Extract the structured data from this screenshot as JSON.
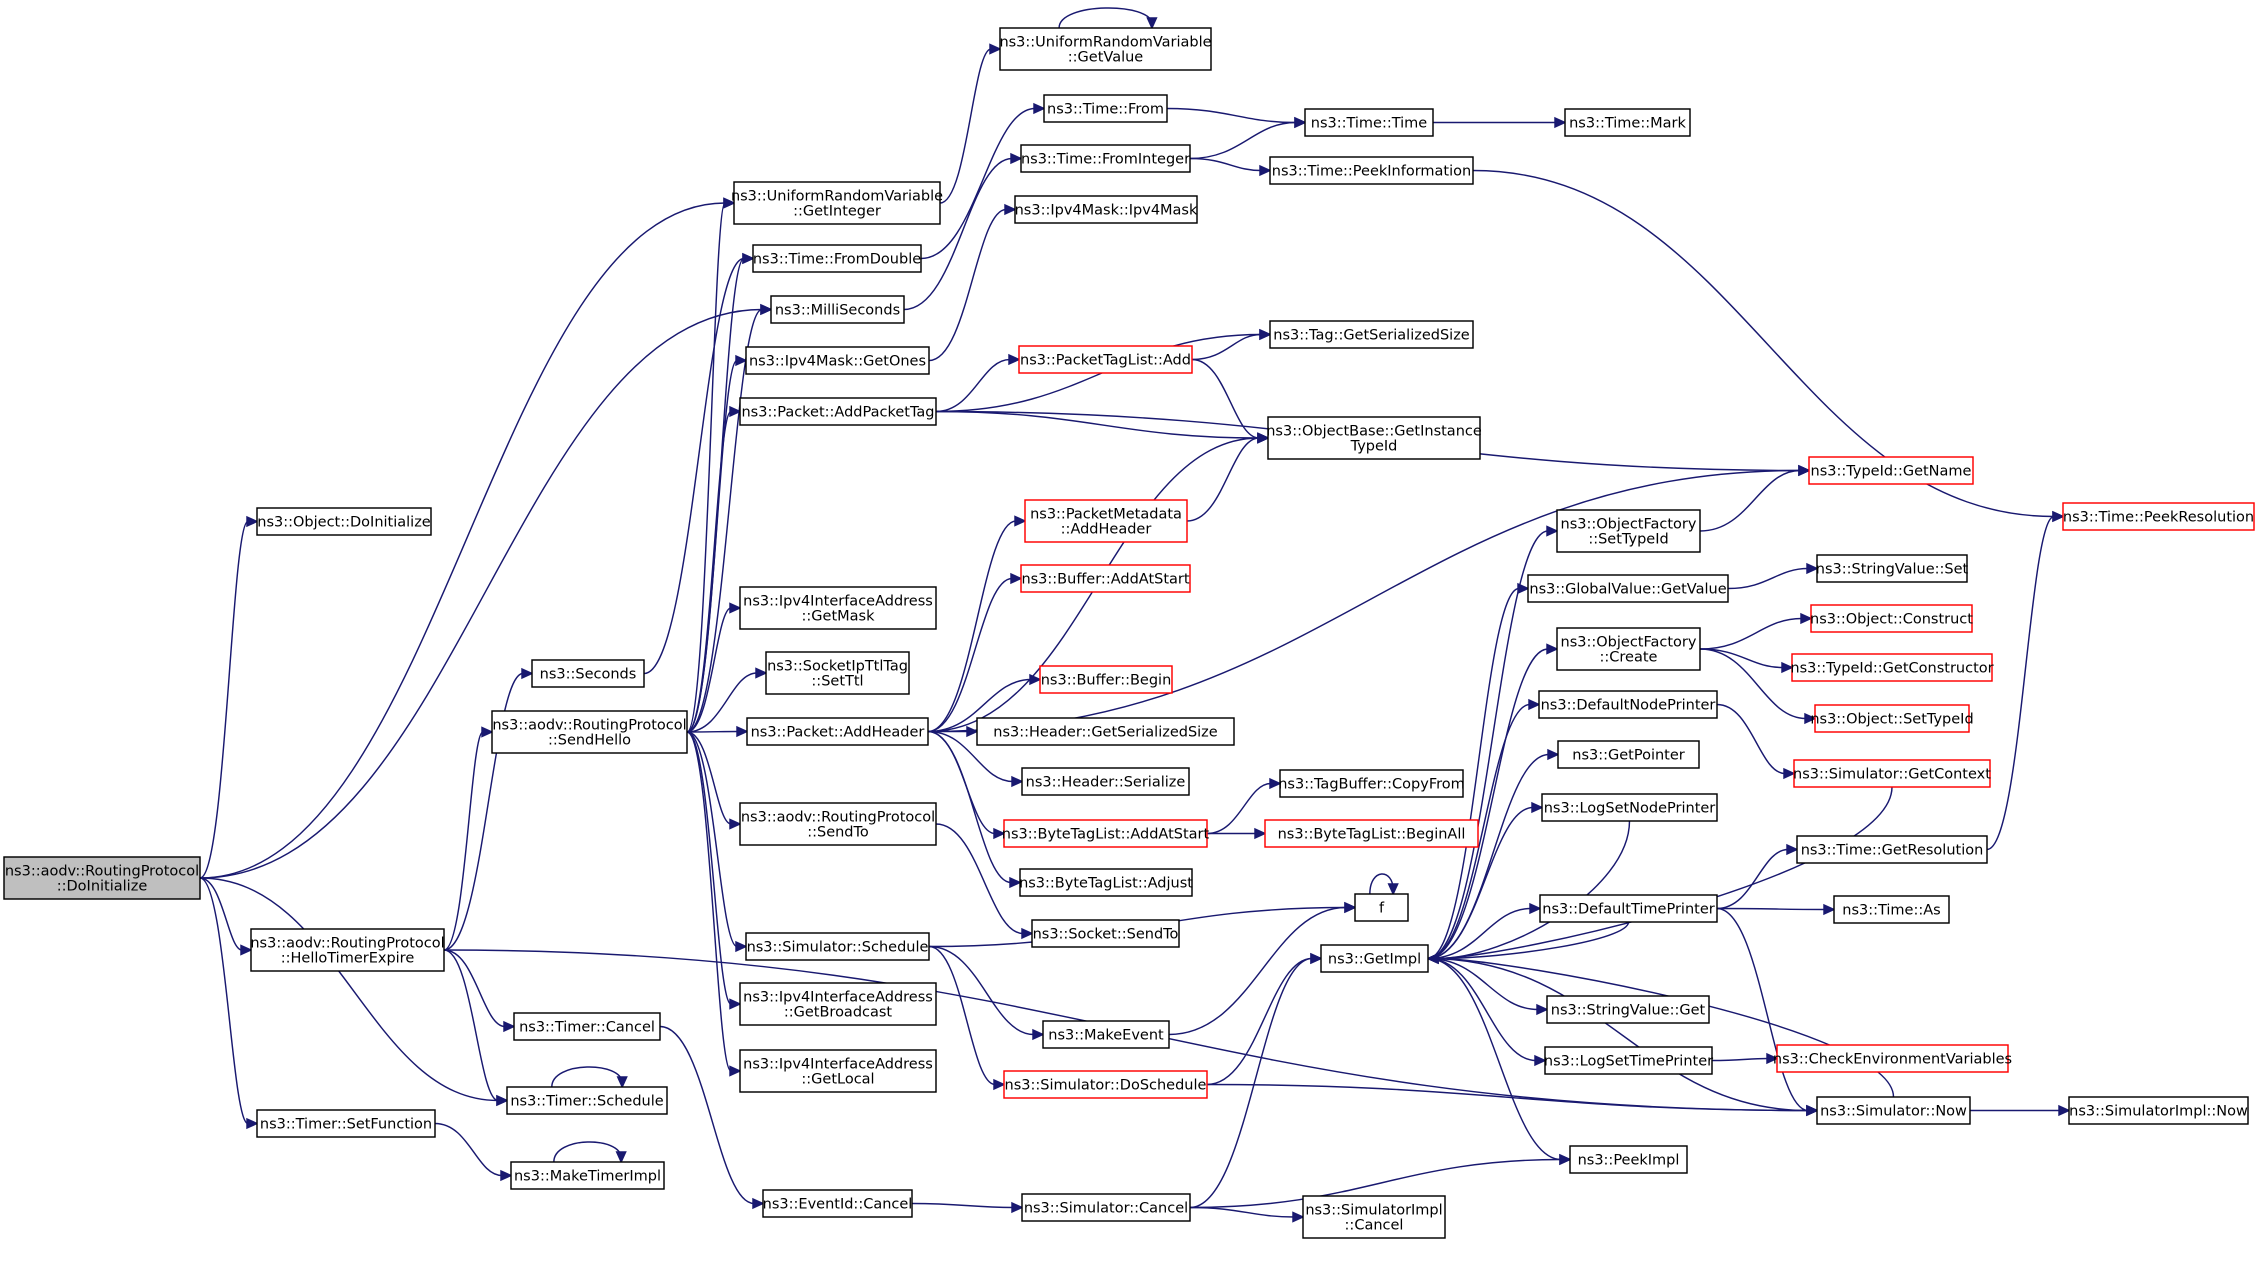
{
  "graph": {
    "nodes": [
      {
        "id": "root",
        "lines": [
          "ns3::aodv::RoutingProtocol",
          "::DoInitialize"
        ],
        "style": "root"
      },
      {
        "id": "obj_doinit",
        "lines": [
          "ns3::Object::DoInitialize"
        ],
        "style": "normal"
      },
      {
        "id": "hello_expire",
        "lines": [
          "ns3::aodv::RoutingProtocol",
          "::HelloTimerExpire"
        ],
        "style": "normal"
      },
      {
        "id": "timer_setfn",
        "lines": [
          "ns3::Timer::SetFunction"
        ],
        "style": "normal"
      },
      {
        "id": "seconds",
        "lines": [
          "ns3::Seconds"
        ],
        "style": "normal"
      },
      {
        "id": "sendhello",
        "lines": [
          "ns3::aodv::RoutingProtocol",
          "::SendHello"
        ],
        "style": "normal"
      },
      {
        "id": "timer_cancel",
        "lines": [
          "ns3::Timer::Cancel"
        ],
        "style": "normal"
      },
      {
        "id": "timer_schedule",
        "lines": [
          "ns3::Timer::Schedule"
        ],
        "style": "normal"
      },
      {
        "id": "maketimerimpl",
        "lines": [
          "ns3::MakeTimerImpl"
        ],
        "style": "normal"
      },
      {
        "id": "urv_getint",
        "lines": [
          "ns3::UniformRandomVariable",
          "::GetInteger"
        ],
        "style": "normal"
      },
      {
        "id": "time_fromdouble",
        "lines": [
          "ns3::Time::FromDouble"
        ],
        "style": "normal"
      },
      {
        "id": "milliseconds",
        "lines": [
          "ns3::MilliSeconds"
        ],
        "style": "normal"
      },
      {
        "id": "ipv4mask_getones",
        "lines": [
          "ns3::Ipv4Mask::GetOnes"
        ],
        "style": "normal"
      },
      {
        "id": "packet_addtag",
        "lines": [
          "ns3::Packet::AddPacketTag"
        ],
        "style": "normal"
      },
      {
        "id": "ifaddr_getmask",
        "lines": [
          "ns3::Ipv4InterfaceAddress",
          "::GetMask"
        ],
        "style": "normal"
      },
      {
        "id": "socketipttl",
        "lines": [
          "ns3::SocketIpTtlTag",
          "::SetTtl"
        ],
        "style": "normal"
      },
      {
        "id": "packet_addheader",
        "lines": [
          "ns3::Packet::AddHeader"
        ],
        "style": "normal"
      },
      {
        "id": "aodv_sendto",
        "lines": [
          "ns3::aodv::RoutingProtocol",
          "::SendTo"
        ],
        "style": "normal"
      },
      {
        "id": "sim_schedule",
        "lines": [
          "ns3::Simulator::Schedule"
        ],
        "style": "normal"
      },
      {
        "id": "ifaddr_getbcast",
        "lines": [
          "ns3::Ipv4InterfaceAddress",
          "::GetBroadcast"
        ],
        "style": "normal"
      },
      {
        "id": "ifaddr_getlocal",
        "lines": [
          "ns3::Ipv4InterfaceAddress",
          "::GetLocal"
        ],
        "style": "normal"
      },
      {
        "id": "eventid_cancel",
        "lines": [
          "ns3::EventId::Cancel"
        ],
        "style": "normal"
      },
      {
        "id": "urv_getvalue",
        "lines": [
          "ns3::UniformRandomVariable",
          "::GetValue"
        ],
        "style": "normal"
      },
      {
        "id": "time_from",
        "lines": [
          "ns3::Time::From"
        ],
        "style": "normal"
      },
      {
        "id": "time_frominteger",
        "lines": [
          "ns3::Time::FromInteger"
        ],
        "style": "normal"
      },
      {
        "id": "ipv4mask_ctor",
        "lines": [
          "ns3::Ipv4Mask::Ipv4Mask"
        ],
        "style": "normal"
      },
      {
        "id": "ptl_add",
        "lines": [
          "ns3::PacketTagList::Add"
        ],
        "style": "red"
      },
      {
        "id": "pm_addheader",
        "lines": [
          "ns3::PacketMetadata",
          "::AddHeader"
        ],
        "style": "red"
      },
      {
        "id": "buf_addatstart",
        "lines": [
          "ns3::Buffer::AddAtStart"
        ],
        "style": "red"
      },
      {
        "id": "buf_begin",
        "lines": [
          "ns3::Buffer::Begin"
        ],
        "style": "red"
      },
      {
        "id": "hdr_getsersize",
        "lines": [
          "ns3::Header::GetSerializedSize"
        ],
        "style": "normal"
      },
      {
        "id": "hdr_serialize",
        "lines": [
          "ns3::Header::Serialize"
        ],
        "style": "normal"
      },
      {
        "id": "btl_addatstart",
        "lines": [
          "ns3::ByteTagList::AddAtStart"
        ],
        "style": "red"
      },
      {
        "id": "btl_adjust",
        "lines": [
          "ns3::ByteTagList::Adjust"
        ],
        "style": "normal"
      },
      {
        "id": "socket_sendto",
        "lines": [
          "ns3::Socket::SendTo"
        ],
        "style": "normal"
      },
      {
        "id": "makeevent",
        "lines": [
          "ns3::MakeEvent"
        ],
        "style": "normal"
      },
      {
        "id": "sim_doschedule",
        "lines": [
          "ns3::Simulator::DoSchedule"
        ],
        "style": "red"
      },
      {
        "id": "sim_cancel",
        "lines": [
          "ns3::Simulator::Cancel"
        ],
        "style": "normal"
      },
      {
        "id": "time_time",
        "lines": [
          "ns3::Time::Time"
        ],
        "style": "normal"
      },
      {
        "id": "time_peekinfo",
        "lines": [
          "ns3::Time::PeekInformation"
        ],
        "style": "normal"
      },
      {
        "id": "tag_getsersize",
        "lines": [
          "ns3::Tag::GetSerializedSize"
        ],
        "style": "normal"
      },
      {
        "id": "objbase_gettid",
        "lines": [
          "ns3::ObjectBase::GetInstance",
          "TypeId"
        ],
        "style": "normal"
      },
      {
        "id": "tagbuf_copyfrom",
        "lines": [
          "ns3::TagBuffer::CopyFrom"
        ],
        "style": "normal"
      },
      {
        "id": "btl_beginall",
        "lines": [
          "ns3::ByteTagList::BeginAll"
        ],
        "style": "red"
      },
      {
        "id": "f",
        "lines": [
          "f"
        ],
        "style": "normal"
      },
      {
        "id": "getimpl",
        "lines": [
          "ns3::GetImpl"
        ],
        "style": "normal"
      },
      {
        "id": "simimpl_cancel",
        "lines": [
          "ns3::SimulatorImpl",
          "::Cancel"
        ],
        "style": "normal"
      },
      {
        "id": "time_mark",
        "lines": [
          "ns3::Time::Mark"
        ],
        "style": "normal"
      },
      {
        "id": "of_settypeid",
        "lines": [
          "ns3::ObjectFactory",
          "::SetTypeId"
        ],
        "style": "normal"
      },
      {
        "id": "gv_getvalue",
        "lines": [
          "ns3::GlobalValue::GetValue"
        ],
        "style": "normal"
      },
      {
        "id": "of_create",
        "lines": [
          "ns3::ObjectFactory",
          "::Create"
        ],
        "style": "normal"
      },
      {
        "id": "defnodeprinter",
        "lines": [
          "ns3::DefaultNodePrinter"
        ],
        "style": "normal"
      },
      {
        "id": "getpointer",
        "lines": [
          "ns3::GetPointer"
        ],
        "style": "normal"
      },
      {
        "id": "logsetnodeprinter",
        "lines": [
          "ns3::LogSetNodePrinter"
        ],
        "style": "normal"
      },
      {
        "id": "deftimeprinter",
        "lines": [
          "ns3::DefaultTimePrinter"
        ],
        "style": "normal"
      },
      {
        "id": "stringvalue_get",
        "lines": [
          "ns3::StringValue::Get"
        ],
        "style": "normal"
      },
      {
        "id": "logsettimeprinter",
        "lines": [
          "ns3::LogSetTimePrinter"
        ],
        "style": "normal"
      },
      {
        "id": "peekimpl",
        "lines": [
          "ns3::PeekImpl"
        ],
        "style": "normal"
      },
      {
        "id": "typeid_getname",
        "lines": [
          "ns3::TypeId::GetName"
        ],
        "style": "red"
      },
      {
        "id": "stringvalue_set",
        "lines": [
          "ns3::StringValue::Set"
        ],
        "style": "normal"
      },
      {
        "id": "obj_construct",
        "lines": [
          "ns3::Object::Construct"
        ],
        "style": "red"
      },
      {
        "id": "typeid_getctor",
        "lines": [
          "ns3::TypeId::GetConstructor"
        ],
        "style": "red"
      },
      {
        "id": "obj_settypeid",
        "lines": [
          "ns3::Object::SetTypeId"
        ],
        "style": "red"
      },
      {
        "id": "sim_getcontext",
        "lines": [
          "ns3::Simulator::GetContext"
        ],
        "style": "red"
      },
      {
        "id": "time_getres",
        "lines": [
          "ns3::Time::GetResolution"
        ],
        "style": "normal"
      },
      {
        "id": "time_as",
        "lines": [
          "ns3::Time::As"
        ],
        "style": "normal"
      },
      {
        "id": "checkenvvars",
        "lines": [
          "ns3::CheckEnvironmentVariables"
        ],
        "style": "red"
      },
      {
        "id": "sim_now",
        "lines": [
          "ns3::Simulator::Now"
        ],
        "style": "normal"
      },
      {
        "id": "time_peekres",
        "lines": [
          "ns3::Time::PeekResolution"
        ],
        "style": "red"
      },
      {
        "id": "simimpl_now",
        "lines": [
          "ns3::SimulatorImpl::Now"
        ],
        "style": "normal"
      }
    ],
    "edges": [
      [
        "root",
        "obj_doinit"
      ],
      [
        "root",
        "hello_expire"
      ],
      [
        "root",
        "timer_setfn"
      ],
      [
        "root",
        "timer_schedule"
      ],
      [
        "root",
        "urv_getint"
      ],
      [
        "root",
        "milliseconds"
      ],
      [
        "hello_expire",
        "seconds"
      ],
      [
        "hello_expire",
        "sendhello"
      ],
      [
        "hello_expire",
        "timer_cancel"
      ],
      [
        "hello_expire",
        "timer_schedule"
      ],
      [
        "hello_expire",
        "sim_now"
      ],
      [
        "timer_setfn",
        "maketimerimpl"
      ],
      [
        "maketimerimpl",
        "maketimerimpl"
      ],
      [
        "timer_schedule",
        "timer_schedule"
      ],
      [
        "seconds",
        "time_fromdouble"
      ],
      [
        "sendhello",
        "urv_getint"
      ],
      [
        "sendhello",
        "time_fromdouble"
      ],
      [
        "sendhello",
        "milliseconds"
      ],
      [
        "sendhello",
        "ipv4mask_getones"
      ],
      [
        "sendhello",
        "packet_addtag"
      ],
      [
        "sendhello",
        "ifaddr_getmask"
      ],
      [
        "sendhello",
        "socketipttl"
      ],
      [
        "sendhello",
        "packet_addheader"
      ],
      [
        "sendhello",
        "aodv_sendto"
      ],
      [
        "sendhello",
        "sim_schedule"
      ],
      [
        "sendhello",
        "ifaddr_getbcast"
      ],
      [
        "sendhello",
        "ifaddr_getlocal"
      ],
      [
        "timer_cancel",
        "eventid_cancel"
      ],
      [
        "eventid_cancel",
        "sim_cancel"
      ],
      [
        "urv_getint",
        "urv_getvalue"
      ],
      [
        "urv_getvalue",
        "urv_getvalue"
      ],
      [
        "time_fromdouble",
        "time_from"
      ],
      [
        "milliseconds",
        "time_frominteger"
      ],
      [
        "ipv4mask_getones",
        "ipv4mask_ctor"
      ],
      [
        "time_from",
        "time_time"
      ],
      [
        "time_frominteger",
        "time_time"
      ],
      [
        "time_frominteger",
        "time_peekinfo"
      ],
      [
        "time_time",
        "time_mark"
      ],
      [
        "time_peekinfo",
        "time_peekres"
      ],
      [
        "packet_addtag",
        "ptl_add"
      ],
      [
        "packet_addtag",
        "tag_getsersize"
      ],
      [
        "packet_addtag",
        "objbase_gettid"
      ],
      [
        "packet_addtag",
        "typeid_getname"
      ],
      [
        "ptl_add",
        "tag_getsersize"
      ],
      [
        "ptl_add",
        "objbase_gettid"
      ],
      [
        "packet_addheader",
        "objbase_gettid"
      ],
      [
        "packet_addheader",
        "pm_addheader"
      ],
      [
        "packet_addheader",
        "buf_addatstart"
      ],
      [
        "packet_addheader",
        "buf_begin"
      ],
      [
        "packet_addheader",
        "hdr_getsersize"
      ],
      [
        "packet_addheader",
        "hdr_serialize"
      ],
      [
        "packet_addheader",
        "btl_addatstart"
      ],
      [
        "packet_addheader",
        "btl_adjust"
      ],
      [
        "packet_addheader",
        "typeid_getname"
      ],
      [
        "pm_addheader",
        "objbase_gettid"
      ],
      [
        "btl_addatstart",
        "tagbuf_copyfrom"
      ],
      [
        "btl_addatstart",
        "btl_beginall"
      ],
      [
        "aodv_sendto",
        "socket_sendto"
      ],
      [
        "sim_schedule",
        "f"
      ],
      [
        "sim_schedule",
        "makeevent"
      ],
      [
        "sim_schedule",
        "sim_doschedule"
      ],
      [
        "makeevent",
        "f"
      ],
      [
        "f",
        "f"
      ],
      [
        "sim_doschedule",
        "getimpl"
      ],
      [
        "sim_doschedule",
        "sim_now"
      ],
      [
        "sim_cancel",
        "getimpl"
      ],
      [
        "sim_cancel",
        "simimpl_cancel"
      ],
      [
        "sim_cancel",
        "peekimpl"
      ],
      [
        "getimpl",
        "of_settypeid"
      ],
      [
        "getimpl",
        "gv_getvalue"
      ],
      [
        "getimpl",
        "of_create"
      ],
      [
        "getimpl",
        "defnodeprinter"
      ],
      [
        "getimpl",
        "getpointer"
      ],
      [
        "getimpl",
        "logsetnodeprinter"
      ],
      [
        "getimpl",
        "deftimeprinter"
      ],
      [
        "getimpl",
        "stringvalue_get"
      ],
      [
        "getimpl",
        "logsettimeprinter"
      ],
      [
        "getimpl",
        "peekimpl"
      ],
      [
        "getimpl",
        "sim_now"
      ],
      [
        "of_settypeid",
        "typeid_getname"
      ],
      [
        "gv_getvalue",
        "stringvalue_set"
      ],
      [
        "of_create",
        "obj_construct"
      ],
      [
        "of_create",
        "typeid_getctor"
      ],
      [
        "of_create",
        "obj_settypeid"
      ],
      [
        "defnodeprinter",
        "sim_getcontext"
      ],
      [
        "sim_getcontext",
        "getimpl"
      ],
      [
        "deftimeprinter",
        "time_getres"
      ],
      [
        "deftimeprinter",
        "time_as"
      ],
      [
        "deftimeprinter",
        "sim_now"
      ],
      [
        "deftimeprinter",
        "getimpl"
      ],
      [
        "logsettimeprinter",
        "checkenvvars"
      ],
      [
        "logsetnodeprinter",
        "getimpl"
      ],
      [
        "time_getres",
        "time_peekres"
      ],
      [
        "sim_now",
        "simimpl_now"
      ],
      [
        "sim_now",
        "getimpl"
      ]
    ]
  },
  "colors": {
    "edge": "#191970",
    "root_fill": "#bfbfbf",
    "node_border": "#000000",
    "truncated_border": "#ff0000"
  }
}
